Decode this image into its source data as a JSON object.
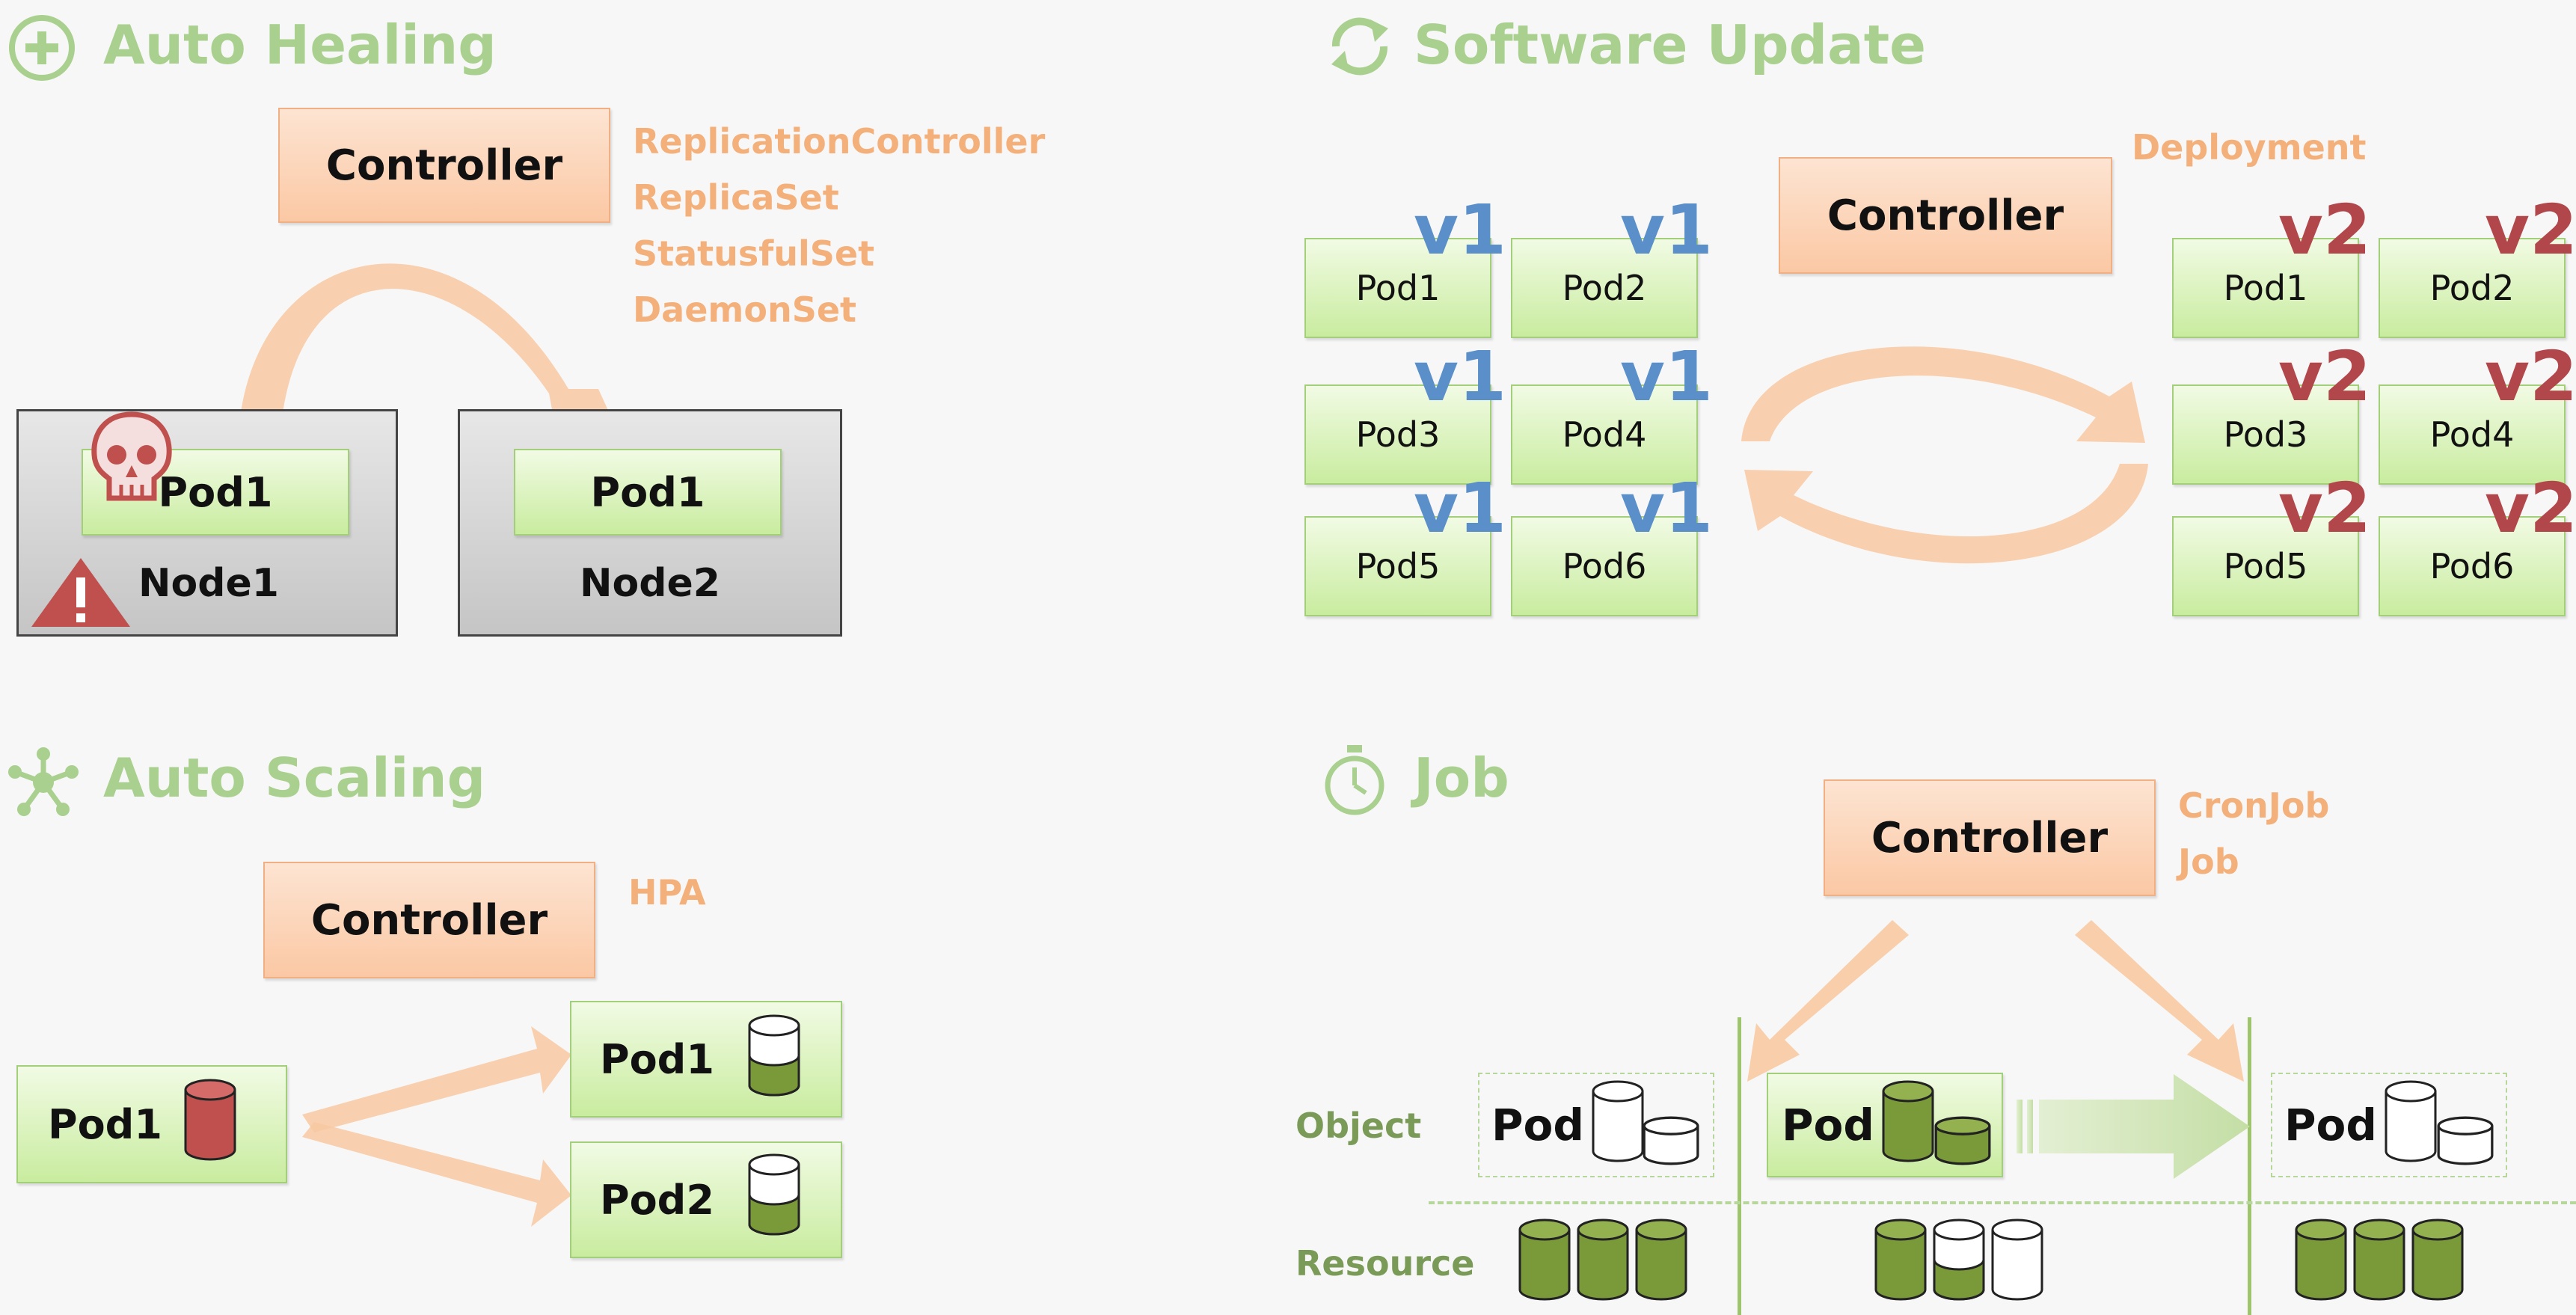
{
  "auto_healing": {
    "title": "Auto Healing",
    "icon": "plus-circle-icon",
    "controller": "Controller",
    "controller_types": [
      "ReplicationController",
      "ReplicaSet",
      "StatusfulSet",
      "DaemonSet"
    ],
    "node1": {
      "label": "Node1",
      "pod": "Pod1"
    },
    "node2": {
      "label": "Node2",
      "pod": "Pod1"
    }
  },
  "software_update": {
    "title": "Software Update",
    "icon": "refresh-icon",
    "controller": "Controller",
    "controller_type": "Deployment",
    "old_version": "v1",
    "new_version": "v2",
    "pods": [
      "Pod1",
      "Pod2",
      "Pod3",
      "Pod4",
      "Pod5",
      "Pod6"
    ]
  },
  "auto_scaling": {
    "title": "Auto Scaling",
    "icon": "network-icon",
    "controller": "Controller",
    "controller_type": "HPA",
    "source_pod": "Pod1",
    "target_pods": [
      "Pod1",
      "Pod2"
    ]
  },
  "job": {
    "title": "Job",
    "icon": "stopwatch-icon",
    "controller": "Controller",
    "controller_types": [
      "CronJob",
      "Job"
    ],
    "row_labels": {
      "object": "Object",
      "resource": "Resource"
    },
    "pod": "Pod"
  },
  "colors": {
    "title_green": "#a9d08e",
    "controller_orange": "#fbc8a4",
    "orange_text": "#f4b07a",
    "pod_green": "#c9ec9f",
    "v1_blue": "#5b8fc9",
    "v2_red": "#b2474b",
    "db_green": "#7a9a3a",
    "db_red": "#c0504d"
  }
}
